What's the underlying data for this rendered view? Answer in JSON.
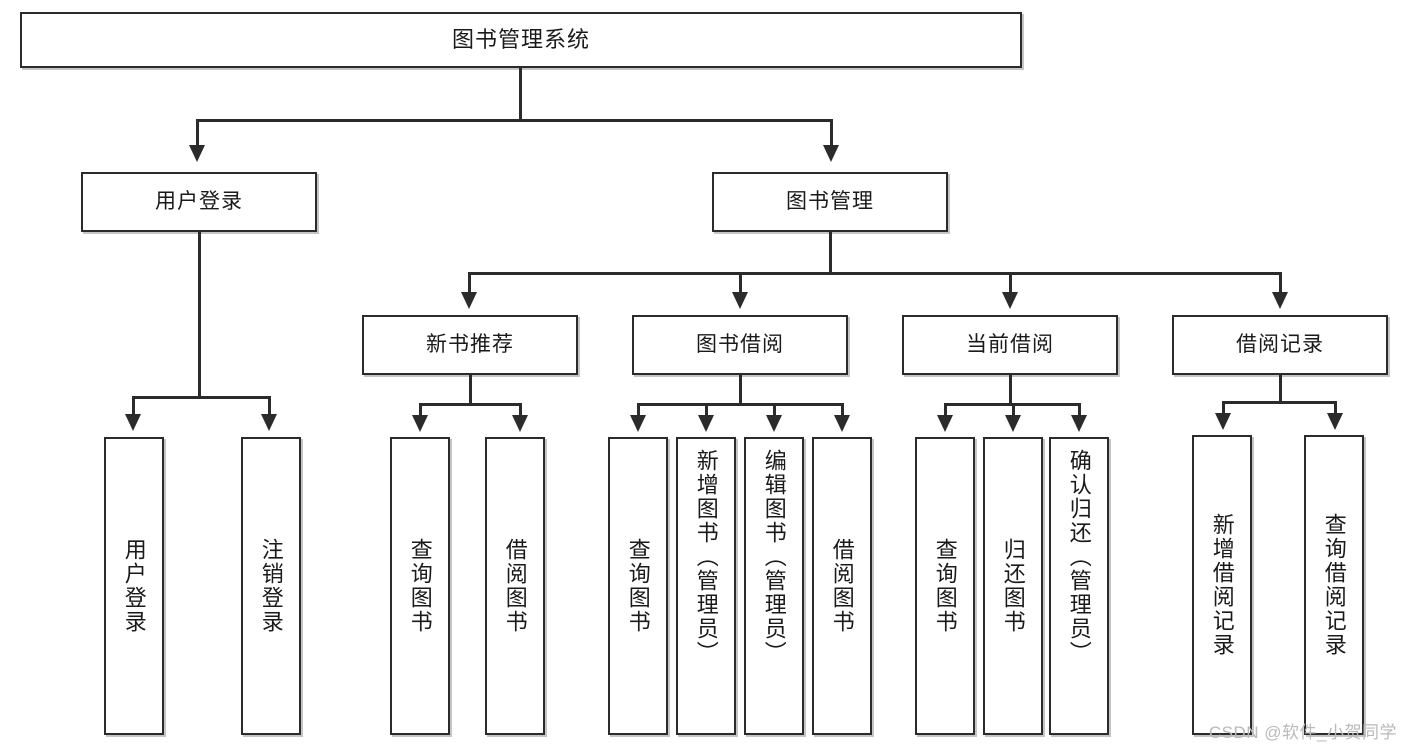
{
  "diagram": {
    "type": "hierarchy-tree",
    "title": "图书管理系统",
    "root": {
      "label": "图书管理系统"
    },
    "level2": [
      {
        "label": "用户登录"
      },
      {
        "label": "图书管理"
      }
    ],
    "level3": [
      {
        "label": "新书推荐"
      },
      {
        "label": "图书借阅"
      },
      {
        "label": "当前借阅"
      },
      {
        "label": "借阅记录"
      }
    ],
    "leaves": {
      "user_login": [
        {
          "label": "用户登录"
        },
        {
          "label": "注销登录"
        }
      ],
      "new_book_recommend": [
        {
          "label": "查询图书"
        },
        {
          "label": "借阅图书"
        }
      ],
      "book_borrow": [
        {
          "label": "查询图书"
        },
        {
          "label": "新增图书（管理员）"
        },
        {
          "label": "编辑图书（管理员）"
        },
        {
          "label": "借阅图书"
        }
      ],
      "current_borrow": [
        {
          "label": "查询图书"
        },
        {
          "label": "归还图书"
        },
        {
          "label": "确认归还（管理员）"
        }
      ],
      "borrow_record": [
        {
          "label": "新增借阅记录"
        },
        {
          "label": "查询借阅记录"
        }
      ]
    }
  },
  "watermark": {
    "text": "CSDN @软件_小贺同学"
  },
  "colors": {
    "border": "#2b2b2b",
    "background": "#ffffff",
    "text": "#1a1a1a",
    "watermark": "#b9b9b9"
  }
}
